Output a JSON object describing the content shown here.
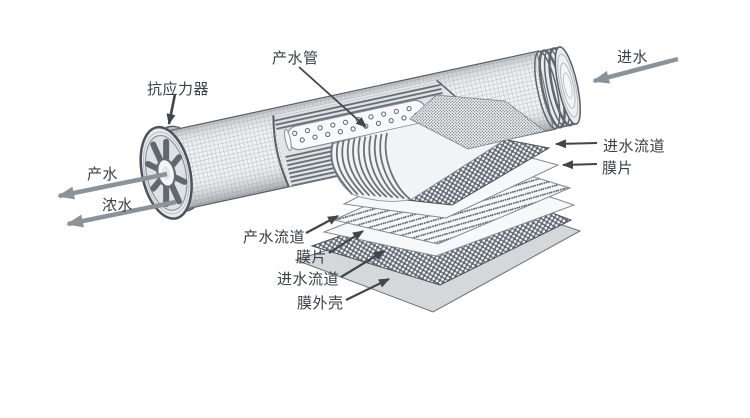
{
  "diagram": {
    "description": "spiral-wound reverse-osmosis membrane element cutaway diagram",
    "labels": {
      "product_tube": "产水管",
      "anti_stress_device": "抗应力器",
      "feed_water": "进水",
      "product_water": "产水",
      "concentrate_water": "浓水",
      "feed_channel_upper": "进水流道",
      "membrane_upper": "膜片",
      "product_channel": "产水流道",
      "membrane_lower": "膜片",
      "feed_channel_lower": "进水流道",
      "membrane_housing": "膜外壳"
    },
    "colors": {
      "label_text": "#3a4046",
      "flow_arrow": "#8b9298",
      "leader_arrow": "#3f464c",
      "mesh_dark": "#5f6770",
      "shell_gray": "#d5d8db",
      "outline_dark": "#5a6066"
    }
  }
}
